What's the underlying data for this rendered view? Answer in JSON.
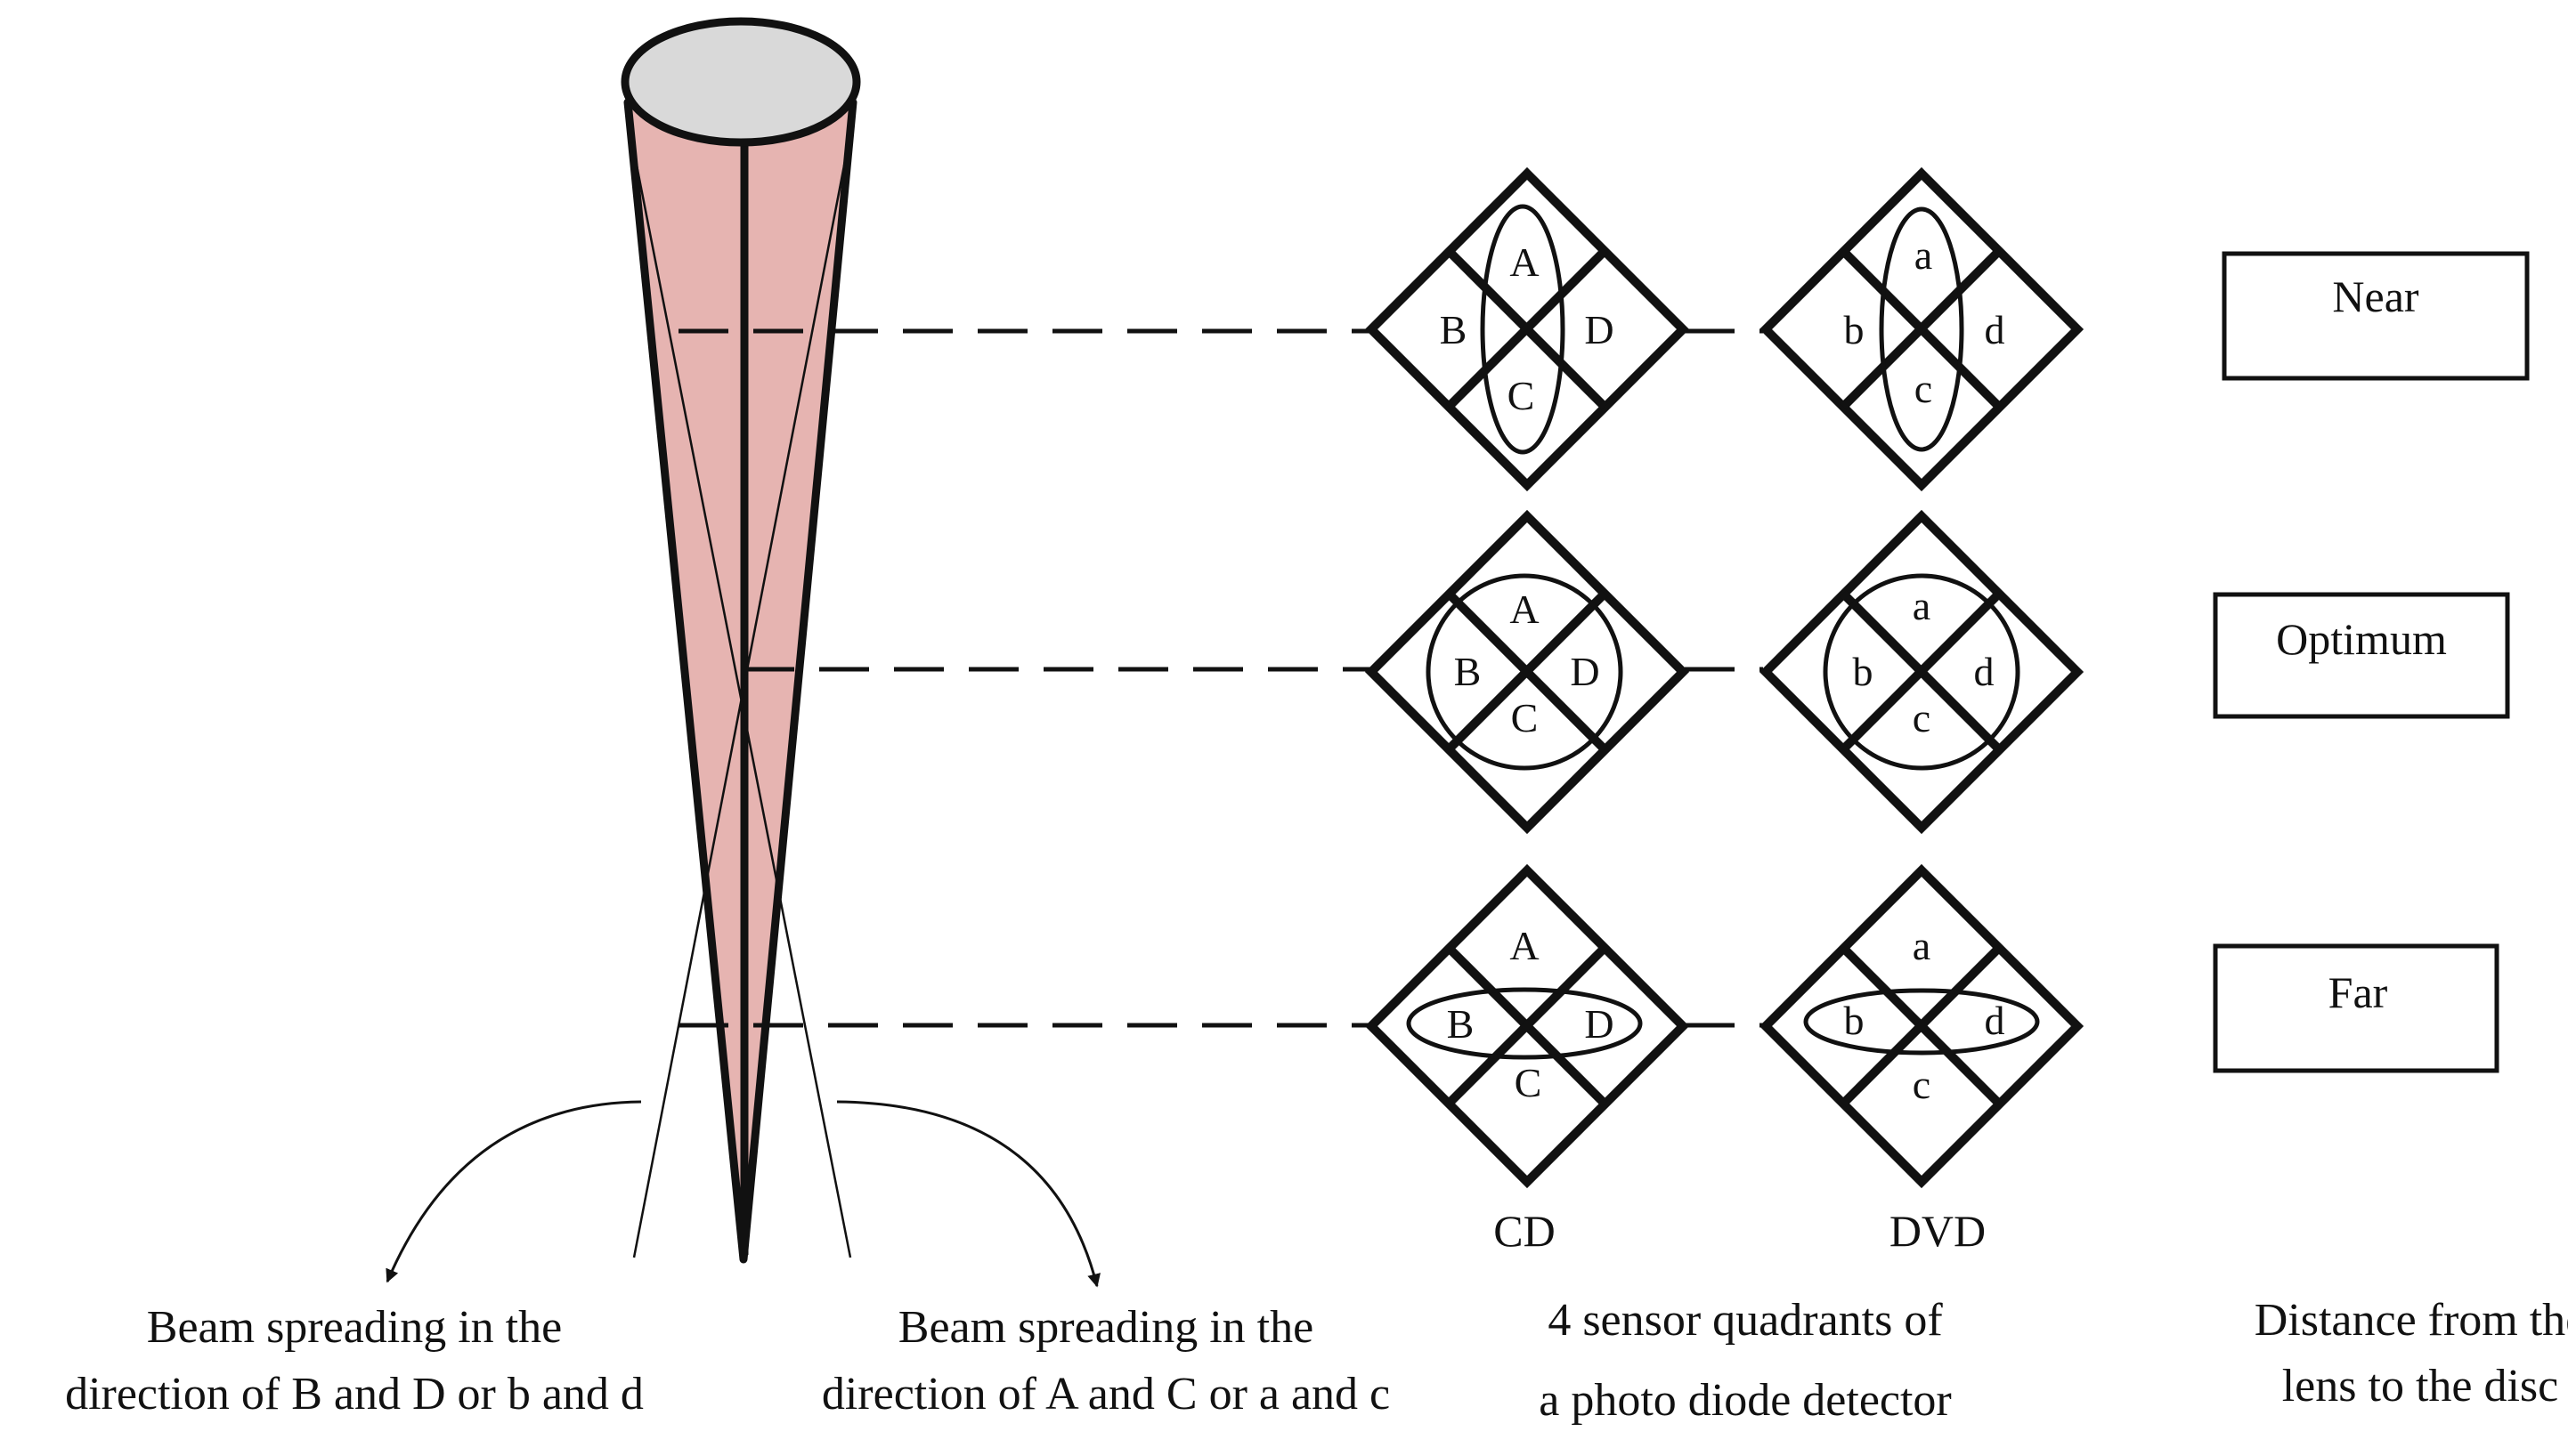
{
  "colors": {
    "beam": "#e6b4b1",
    "lens": "#d9d9d9",
    "line": "#111111"
  },
  "cd_quadrants": {
    "top": "A",
    "left": "B",
    "right": "D",
    "bottom": "C"
  },
  "dvd_quadrants": {
    "top": "a",
    "left": "b",
    "right": "d",
    "bottom": "c"
  },
  "columns": {
    "cd": "CD",
    "dvd": "DVD"
  },
  "distance_labels": {
    "near": "Near",
    "optimum": "Optimum",
    "far": "Far"
  },
  "captions": {
    "bd_line1": "Beam spreading in the",
    "bd_line2": "direction of B and D or b and d",
    "ac_line1": "Beam spreading in the",
    "ac_line2": "direction of A and C or a and c",
    "sensor_line1": "4 sensor quadrants of",
    "sensor_line2": "a photo diode detector",
    "distance_line1": "Distance from the",
    "distance_line2": "lens to the disc"
  }
}
